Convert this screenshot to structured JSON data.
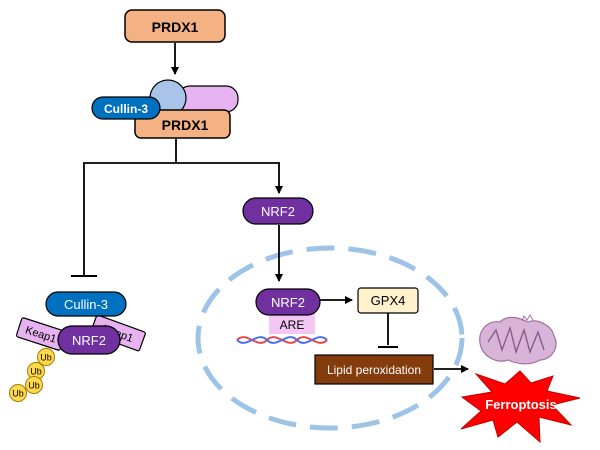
{
  "labels": {
    "prdx1_top": "PRDX1",
    "cullin3_complex": "Cullin-3",
    "prdx1_complex": "PRDX1",
    "nrf2_free": "NRF2",
    "cullin3_left": "Cullin-3",
    "keap1_left": "Keap1",
    "keap1_right": "Keap1",
    "nrf2_bound": "NRF2",
    "ub_1": "Ub",
    "ub_2": "Ub",
    "ub_3": "Ub",
    "ub_4": "Ub",
    "nrf2_nucleus": "NRF2",
    "are": "ARE",
    "gpx4": "GPX4",
    "lipid": "Lipid peroxidation",
    "ferroptosis": "Ferroptosis"
  },
  "colors": {
    "prdx1": "#f4b183",
    "cullin3": "#0070c0",
    "nrf2": "#7030a0",
    "keap1": "#e6b3f0",
    "ub": "#ffd84d",
    "gpx4": "#fff2cc",
    "lipid": "#843c0c",
    "nucleus": "#9dc3e6",
    "ferroptosis": "#ff0000",
    "mito": "#d8b4d8",
    "dna_red": "#e84a4a",
    "dna_blue": "#4a6fe8"
  }
}
